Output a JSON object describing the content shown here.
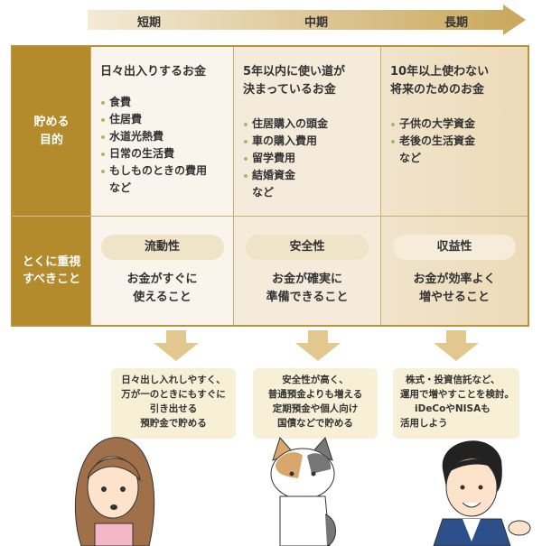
{
  "timeline": {
    "labels": [
      "短期",
      "中期",
      "長期"
    ]
  },
  "rows": {
    "purpose_label": [
      "貯める",
      "目的"
    ],
    "priority_label": [
      "とくに重視",
      "すべきこと"
    ]
  },
  "columns": [
    {
      "title": [
        "日々出入りするお金"
      ],
      "items": [
        "食費",
        "住居費",
        "水道光熱費",
        "日常の生活費",
        "もしものときの費用"
      ],
      "etc": "など",
      "priority": "流動性",
      "priority_desc": [
        "お金がすぐに",
        "使えること"
      ],
      "advice": [
        "日々出し入れしやすく、",
        "万が一のときにもすぐに",
        "引き出せる",
        "預貯金で貯める"
      ]
    },
    {
      "title": [
        "5年以内に使い道が",
        "決まっているお金"
      ],
      "items": [
        "住居購入の頭金",
        "車の購入費用",
        "留学費用",
        "結婚資金"
      ],
      "etc": "など",
      "priority": "安全性",
      "priority_desc": [
        "お金が確実に",
        "準備できること"
      ],
      "advice": [
        "安全性が高く、",
        "普通預金よりも増える",
        "定期預金や個人向け",
        "国債などで貯める"
      ]
    },
    {
      "title": [
        "10年以上使わない",
        "将来のためのお金"
      ],
      "items": [
        "子供の大学資金",
        "老後の生活資金"
      ],
      "etc": "など",
      "priority": "収益性",
      "priority_desc": [
        "お金が効率よく",
        "増やせること"
      ],
      "advice": [
        "株式・投資信託など、",
        "運用で増やすことを検討。",
        "iDeCoやNISAも",
        "活用しよう"
      ]
    }
  ],
  "colors": {
    "gold": "#b38b2d",
    "cream": "#f9f4ec",
    "bubble": "#f7efd6"
  }
}
